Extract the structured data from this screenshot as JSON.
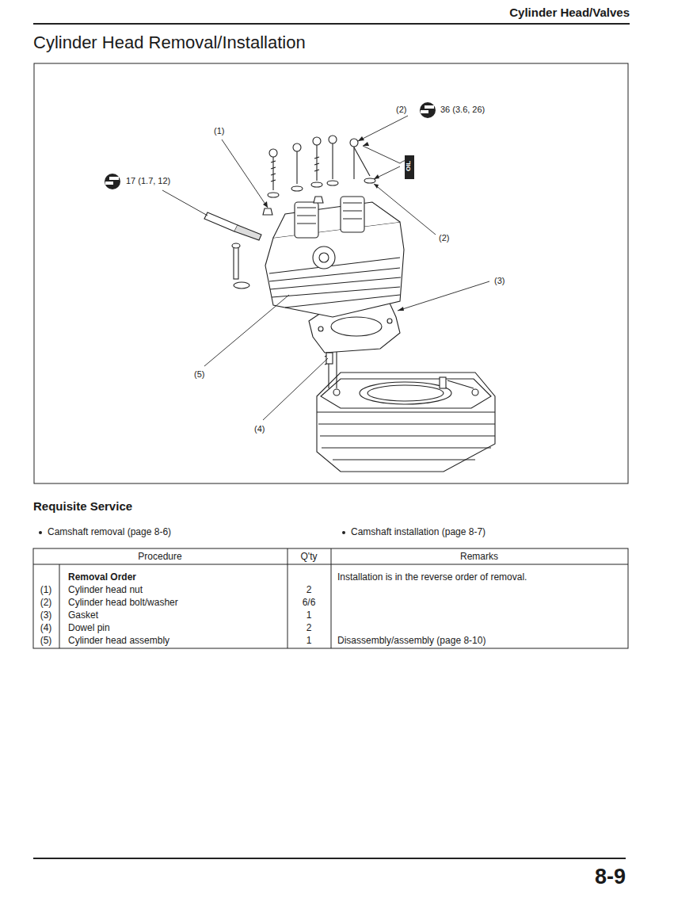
{
  "diagram": {
    "title": "Cylinder Head Removal/Installation",
    "labels": [
      "Cylinder Head/Valves",
      "(1)",
      "(2)",
      "36 (3.6, 26)",
      "17 (1.7, 12)",
      "(2)",
      "(3)",
      "(5)",
      "(4)",
      "Requisite Service",
      "Camshaft removal (page 8-6)",
      "Camshaft installation (page 8-7)",
      "Procedure",
      "Q'ty",
      "Remarks",
      "Removal Order",
      "(1)",
      "Cylinder head nut",
      "2",
      "(2)",
      "Cylinder head bolt/washer",
      "6/6",
      "(3)",
      "Gasket",
      "1",
      "(4)",
      "Dowel pin",
      "2",
      "(5)",
      "Cylinder head assembly",
      "1",
      "Installation is in the reverse order of removal.",
      "Disassembly/assembly (page 8-10)",
      "8-9",
      "OIL"
    ]
  }
}
